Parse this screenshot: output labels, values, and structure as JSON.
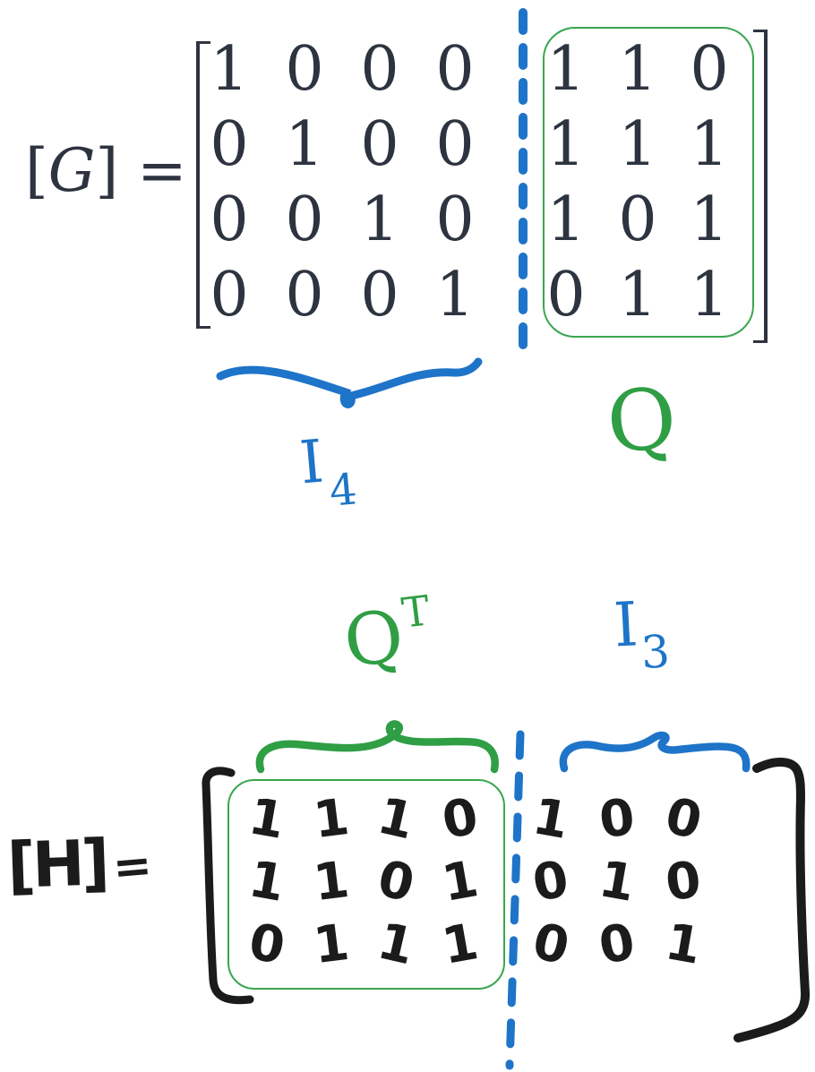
{
  "colors": {
    "annotation_blue": "#1e74c8",
    "annotation_green": "#2f9e44",
    "green_box": "#3aa64f",
    "handwriting_ink": "#1b1b1b",
    "typeset_ink": "#2d3440"
  },
  "g_equation": {
    "lhs_open": "[",
    "lhs_letter": "G",
    "lhs_rest": "] =",
    "identity_block": [
      [
        1,
        0,
        0,
        0
      ],
      [
        0,
        1,
        0,
        0
      ],
      [
        0,
        0,
        1,
        0
      ],
      [
        0,
        0,
        0,
        1
      ]
    ],
    "q_block": [
      [
        1,
        1,
        0
      ],
      [
        1,
        1,
        1
      ],
      [
        1,
        0,
        1
      ],
      [
        0,
        1,
        1
      ]
    ],
    "identity_label": {
      "main": "I",
      "sub": "4"
    },
    "q_label": "Q"
  },
  "h_equation": {
    "lhs": "[H]",
    "equals": "=",
    "qt_block": [
      [
        1,
        1,
        1,
        0
      ],
      [
        1,
        1,
        0,
        1
      ],
      [
        0,
        1,
        1,
        1
      ]
    ],
    "identity_block": [
      [
        1,
        0,
        0
      ],
      [
        0,
        1,
        0
      ],
      [
        0,
        0,
        1
      ]
    ],
    "qt_label": {
      "main": "Q",
      "sup": "T"
    },
    "identity_label": {
      "main": "I",
      "sub": "3"
    }
  }
}
